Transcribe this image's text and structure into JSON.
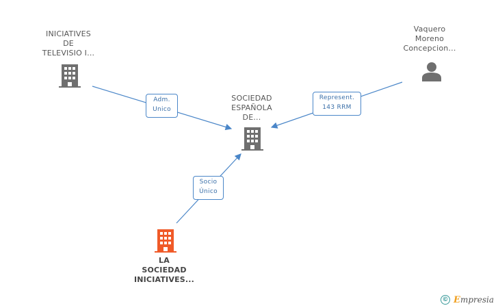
{
  "nodes": {
    "top_left": {
      "lines": [
        "INICIATIVES",
        "DE",
        "TELEVISIO I..."
      ]
    },
    "center": {
      "lines": [
        "SOCIEDAD",
        "ESPAÑOLA",
        "DE..."
      ]
    },
    "top_right": {
      "lines": [
        "Vaquero",
        "Moreno",
        "Concepcion..."
      ]
    },
    "bottom": {
      "lines": [
        "LA",
        "SOCIEDAD",
        "INICIATIVES..."
      ]
    }
  },
  "edges": {
    "adm": {
      "lines": [
        "Adm.",
        "Unico"
      ]
    },
    "represent": {
      "lines": [
        "Represent.",
        "143 RRM"
      ]
    },
    "socio": {
      "lines": [
        "Socio",
        "Único"
      ]
    }
  },
  "footer": {
    "copyright": "©",
    "brand_initial": "E",
    "brand_rest": "mpresia"
  },
  "colors": {
    "building_gray": "#6f6f6f",
    "building_orange": "#f05a28",
    "person_gray": "#6f6f6f",
    "edge_blue": "#4a86c8"
  },
  "icons": {
    "top_left": "building-icon",
    "center": "building-icon",
    "top_right": "person-icon",
    "bottom": "building-icon"
  }
}
